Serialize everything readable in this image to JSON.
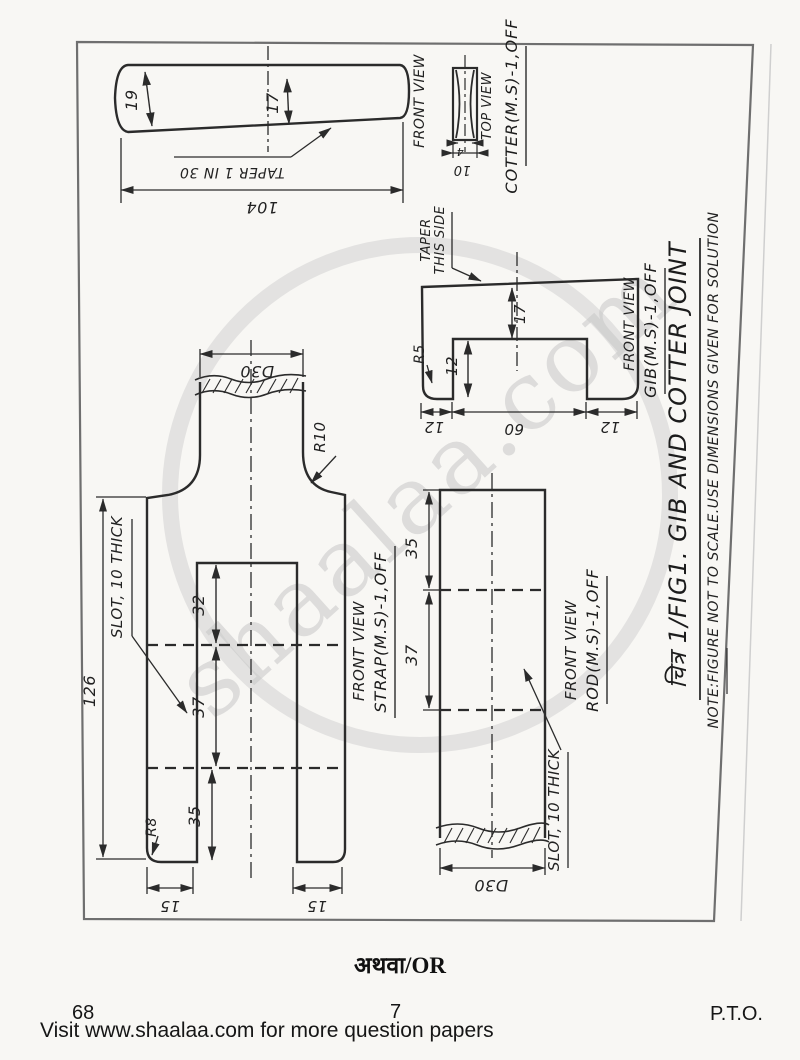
{
  "figure": {
    "cotter": {
      "front_view": "FRONT VIEW",
      "top_view": "TOP VIEW",
      "name": "COTTER(M.S)-1,OFF",
      "length": "104",
      "height_left": "19",
      "height_mid": "17",
      "taper_note": "TAPER 1 IN 30",
      "top_width": "10",
      "top_thickness": "4"
    },
    "gib": {
      "taper_line1": "TAPER",
      "taper_line2": "THIS SIDE",
      "radius": "R5",
      "slot_depth": "12",
      "height_mid": "17",
      "leg_left": "12",
      "span": "60",
      "leg_right": "12",
      "front_view": "FRONT VIEW",
      "name": "GIB(M.S)-1,OFF"
    },
    "strap": {
      "diameter": "D30",
      "radius": "R10",
      "slot_note": "SLOT, 10 THICK",
      "length": "126",
      "dim_32": "32",
      "dim_37": "37",
      "dim_35": "35",
      "radius_bottom": "R8",
      "width_left": "15",
      "width_right": "15",
      "front_view": "FRONT VIEW",
      "name": "STRAP(M.S)-1,OFF"
    },
    "rod": {
      "dim_35": "35",
      "dim_37": "37",
      "diameter": "D30",
      "slot_note": "SLOT, 10 THICK",
      "front_view": "FRONT VIEW",
      "name": "ROD(M.S)-1,OFF"
    },
    "caption": "चित्र 1/FIG1. GIB AND COTTER JOINT",
    "note": "NOTE:FIGURE NOT TO SCALE.USE DIMENSIONS GIVEN FOR SOLUTION"
  },
  "watermark": {
    "text": "shaalaa.com"
  },
  "divider": {
    "or_text": "अथवा/OR"
  },
  "footer": {
    "page_left": "68",
    "page_center": "7",
    "pto": "P.T.O.",
    "visit": "Visit www.shaalaa.com for more question papers"
  },
  "colors": {
    "ink": "#2b2b2b",
    "paper": "#f8f7f4",
    "watermark": "#c7c7c7",
    "border": "#6f6f6f"
  }
}
